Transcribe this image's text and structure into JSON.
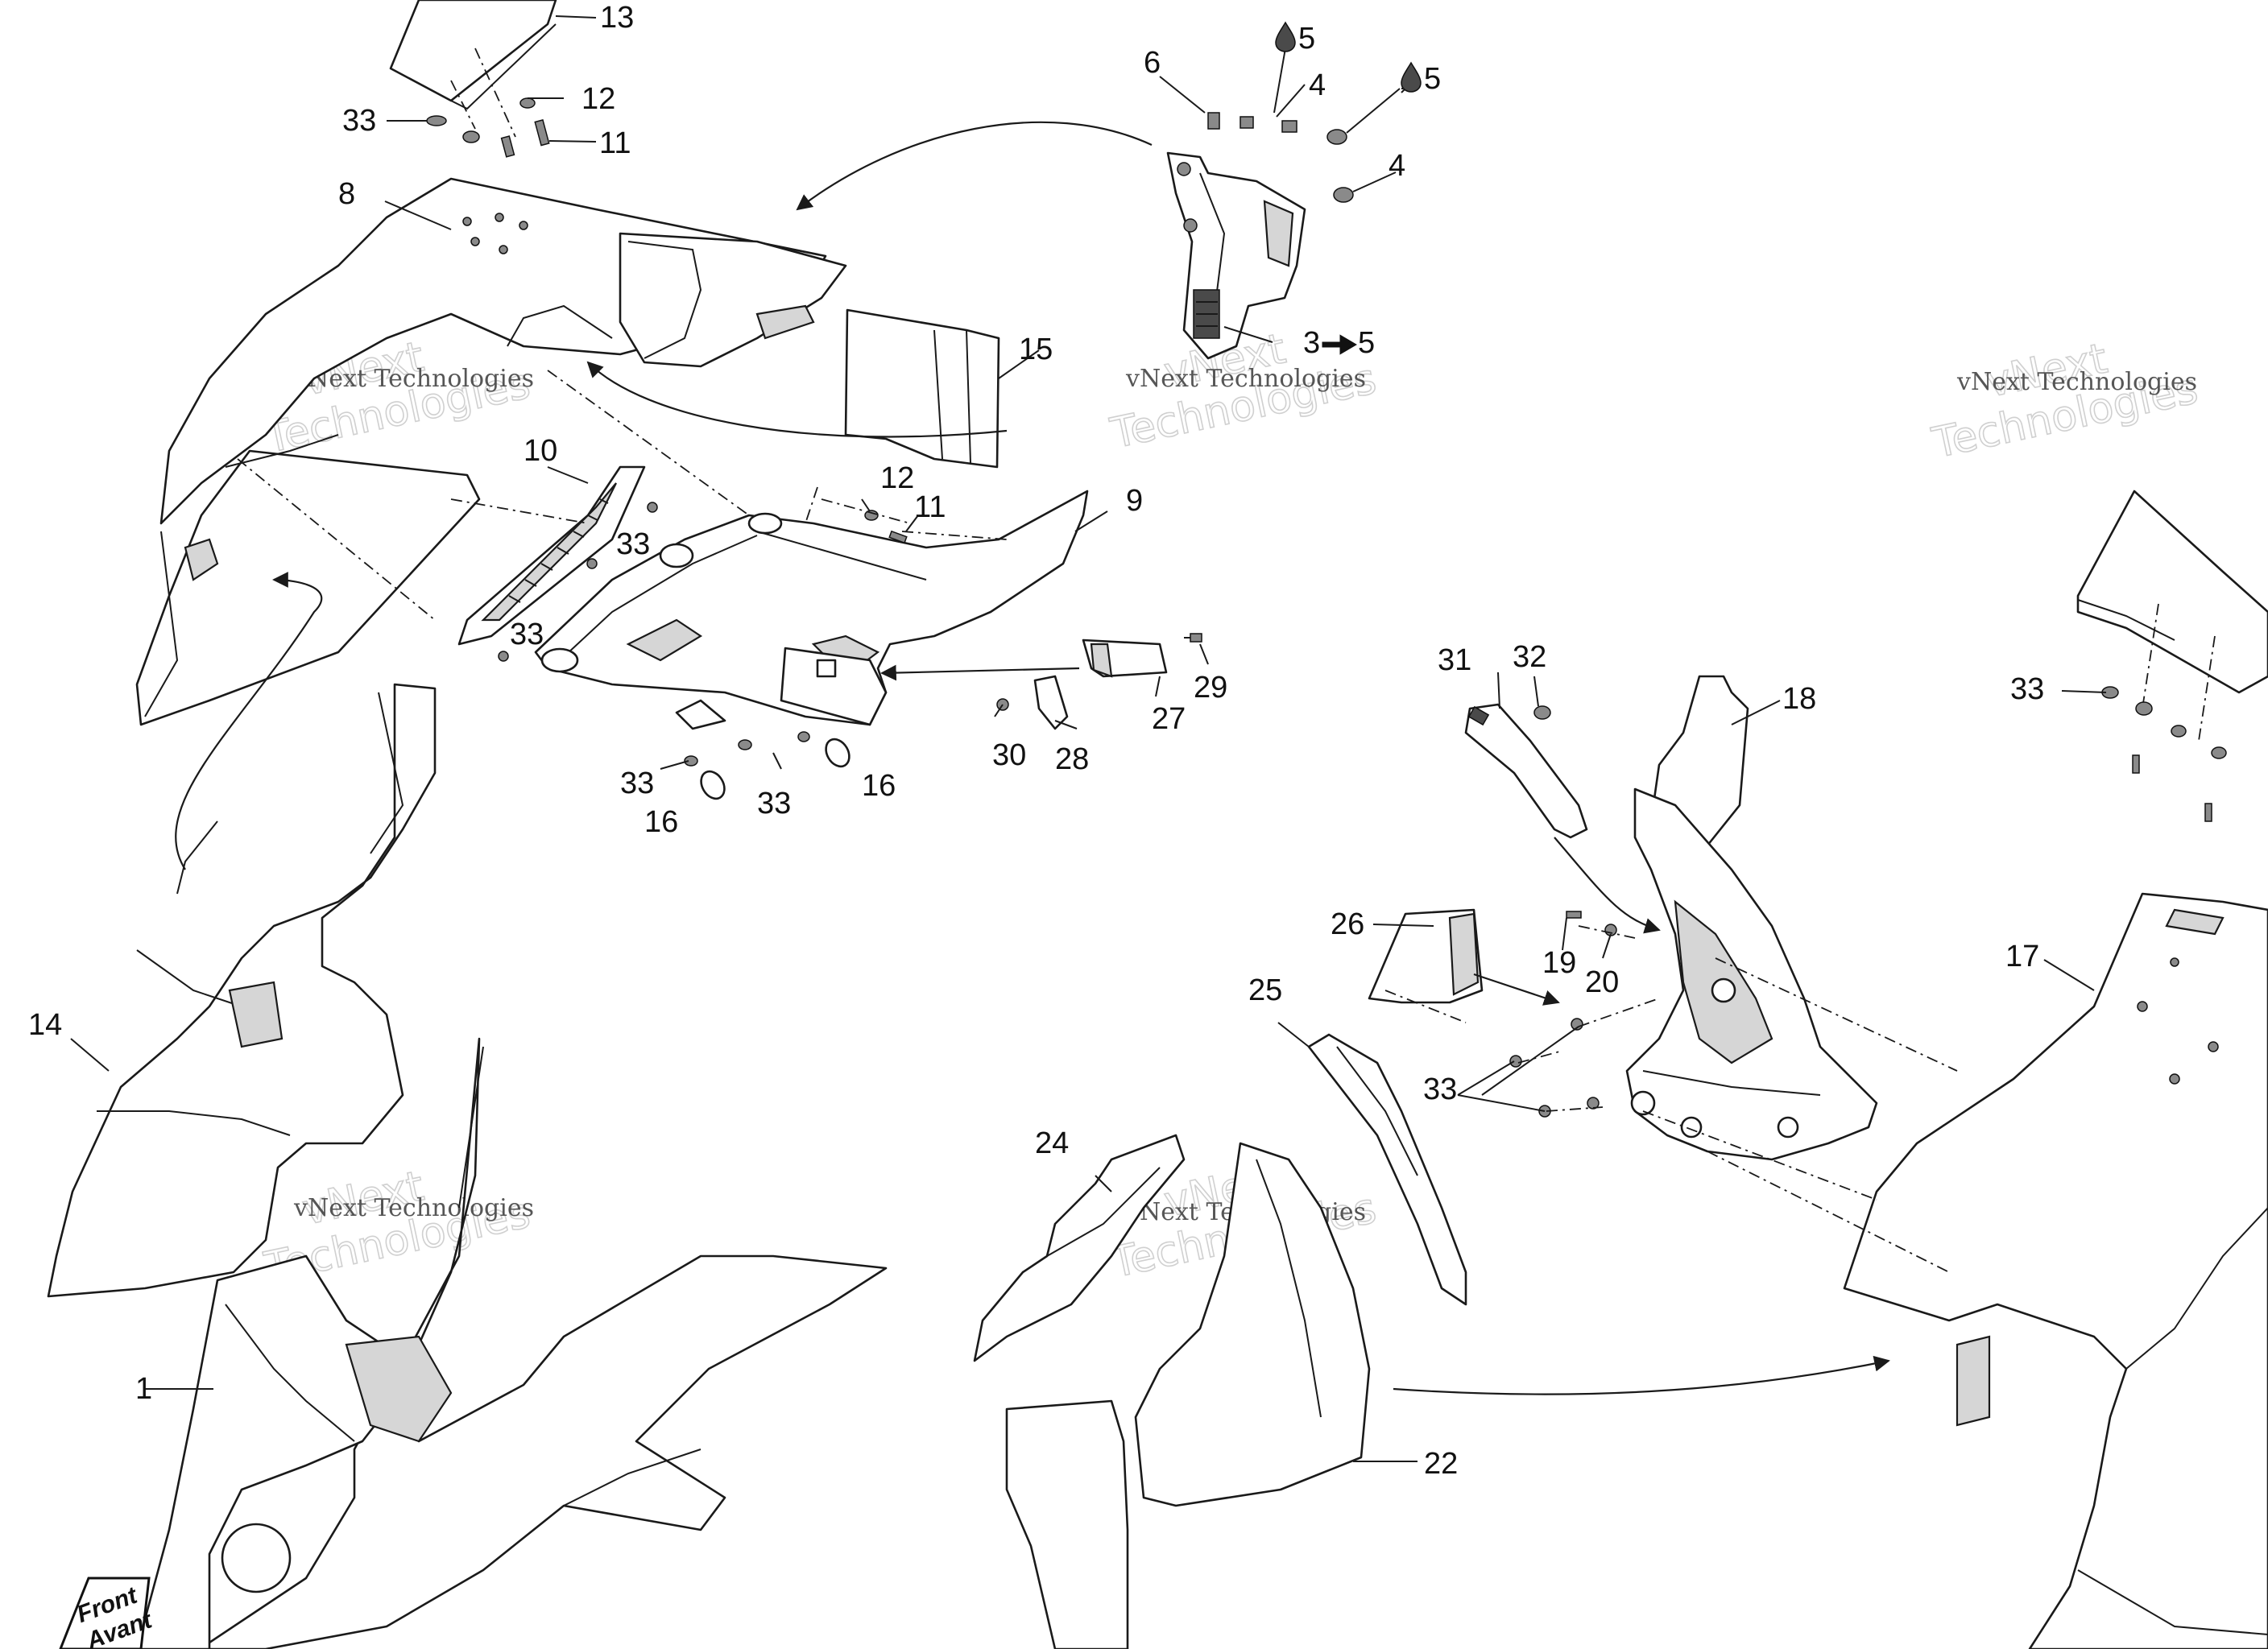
{
  "callouts": {
    "c1": "1",
    "c3": "3",
    "c4a": "4",
    "c4b": "4",
    "c5a": "5",
    "c5b": "5",
    "c6": "6",
    "c8": "8",
    "c9": "9",
    "c10": "10",
    "c11a": "11",
    "c11b": "11",
    "c12a": "12",
    "c12b": "12",
    "c13": "13",
    "c14": "14",
    "c15": "15",
    "c16a": "16",
    "c16b": "16",
    "c17": "17",
    "c18": "18",
    "c19": "19",
    "c20": "20",
    "c22": "22",
    "c24": "24",
    "c25": "25",
    "c26": "26",
    "c27": "27",
    "c28": "28",
    "c29": "29",
    "c30": "30",
    "c31": "31",
    "c32": "32",
    "c33a": "33",
    "c33b": "33",
    "c33c": "33",
    "c33d": "33",
    "c33e": "33",
    "c33f": "33",
    "c33g": "33"
  },
  "watermark": {
    "company": "vNext Technologies",
    "line1": "vNext",
    "line2": "Technologies"
  },
  "badge": {
    "line1": "Front",
    "line2": "Avant"
  },
  "icons": {
    "drop": "oil-drop-icon",
    "arrow": "right-arrow-glyph"
  }
}
